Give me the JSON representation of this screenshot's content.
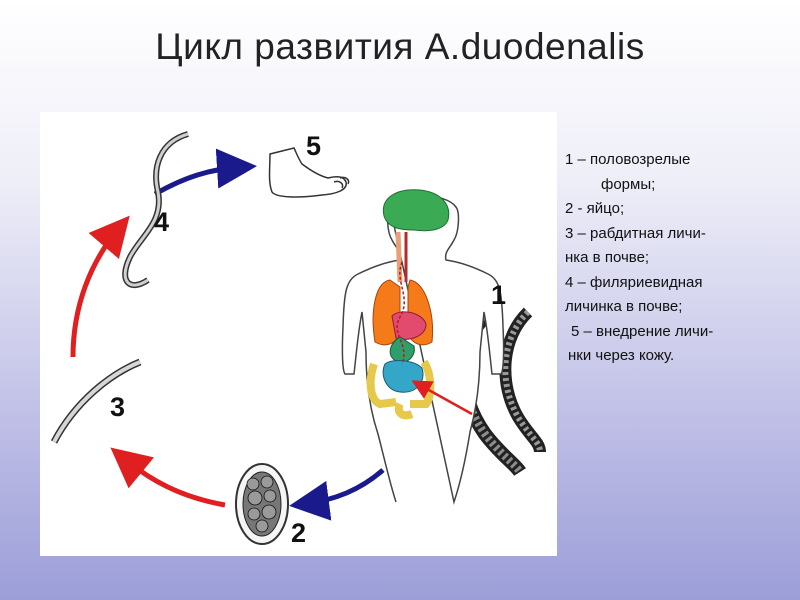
{
  "title": "Цикл развития A.duodenalis",
  "stage_numbers": {
    "n1": "1",
    "n2": "2",
    "n3": "3",
    "n4": "4",
    "n5": "5"
  },
  "legend": {
    "lines": [
      "1 – половозрелые",
      "формы;",
      "2 -  яйцо;",
      "3 – рабдитная личи-",
      "нка в почве;",
      "4 – филяриевидная",
      "личинка в почве;",
      "5 – внедрение личи-",
      "нки через кожу."
    ]
  },
  "colors": {
    "arrow_red": "#e02020",
    "arrow_blue": "#1a1a8c",
    "lung": "#f47a1a",
    "brain": "#3aaa55"
  }
}
